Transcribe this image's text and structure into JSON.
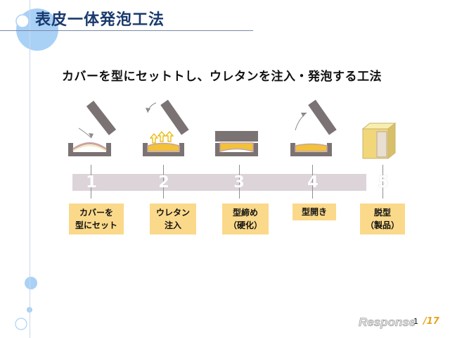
{
  "title": "表皮一体発泡工法",
  "subtitle": "カバーを型にセットトし、ウレタンを注入・発泡する工法",
  "steps": [
    {
      "num": "1",
      "label": "カバーを\n型にセット"
    },
    {
      "num": "2",
      "label": "ウレタン\n注入"
    },
    {
      "num": "3",
      "label": "型締め\n（硬化）"
    },
    {
      "num": "4",
      "label": "型開き"
    },
    {
      "num": "5",
      "label": "脱型\n（製品）"
    }
  ],
  "footer": {
    "page": "1",
    "total": "/17",
    "logo_text": "Response."
  },
  "colors": {
    "title": "#1a3a6e",
    "label_bg": "#fbd98b",
    "mold": "#7b7373",
    "foam": "#f1c23a",
    "circle": "#a9d1f6",
    "accent": "#e8a31c"
  }
}
